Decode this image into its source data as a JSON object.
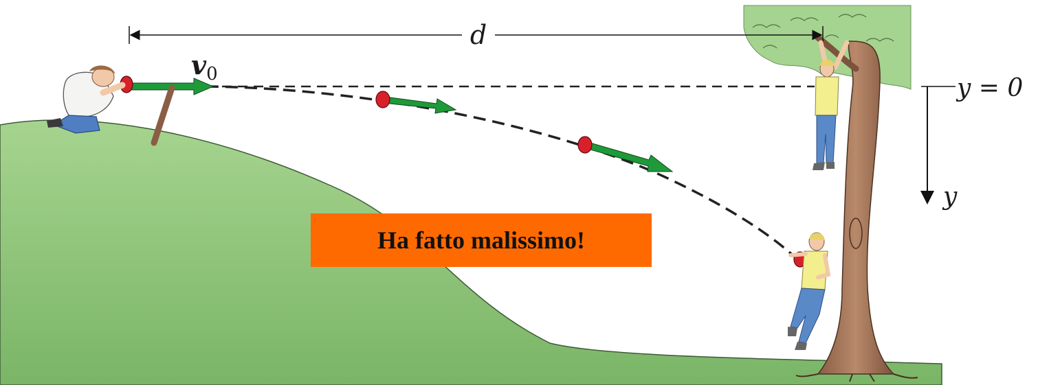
{
  "labels": {
    "distance": "d",
    "initial_velocity_symbol": "v",
    "initial_velocity_subscript": "0",
    "y_zero": "y = 0",
    "y_axis": "y"
  },
  "banner": {
    "text": "Ha fatto malissimo!"
  },
  "colors": {
    "banner_bg": "#ff6a00",
    "hill": "#8fc47a",
    "velocity_arrow": "#1f9a3a",
    "ball": "#d8202a",
    "tree_trunk": "#a0745a",
    "foliage": "#9fd18a"
  },
  "icons": {
    "shooter": "person-kneeling-icon",
    "target_hanging": "person-hanging-icon",
    "target_falling": "person-falling-icon",
    "tree": "tree-icon"
  }
}
